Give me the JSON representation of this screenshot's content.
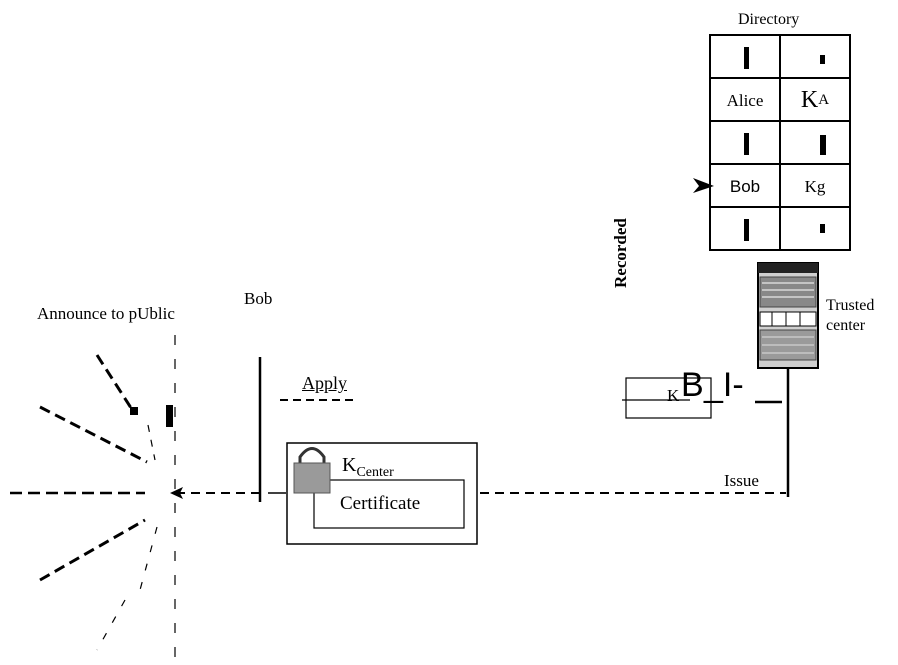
{
  "directory": {
    "title": "Directory",
    "rows": [
      {
        "name": "",
        "key": "",
        "key_sub": "",
        "marker": false
      },
      {
        "name": "Alice",
        "key": "K",
        "key_sub": "A",
        "marker": false
      },
      {
        "name": "",
        "key": "",
        "key_sub": "",
        "marker": false
      },
      {
        "name": "Bob",
        "key": "Kg",
        "key_sub": "",
        "marker": true
      },
      {
        "name": "",
        "key": "",
        "key_sub": "",
        "marker": false
      }
    ]
  },
  "trusted_center": {
    "label_line1": "Trusted",
    "label_line2": "center"
  },
  "recorded_label": "Recorded",
  "issue_label": "Issue",
  "bob_label": "Bob",
  "apply_label": "Apply",
  "announce_label": "Announce to pUblic",
  "key_token": {
    "k": "K",
    "b": "B",
    "tail": "_I-"
  },
  "certificate": {
    "key": "K",
    "key_sub": "Center",
    "label": "Certificate"
  },
  "colors": {
    "line": "#000000",
    "lock": "#9a9a9a",
    "server": "#cfcfcf"
  }
}
